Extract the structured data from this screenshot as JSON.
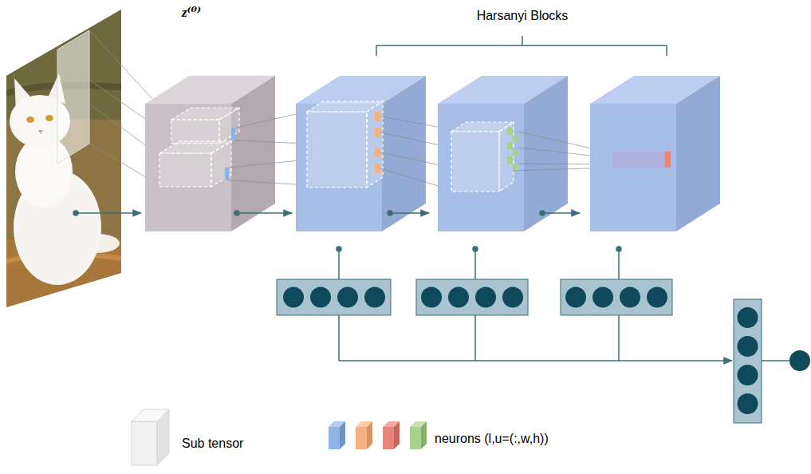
{
  "diagram": {
    "nodes": [
      {
        "text": [
          "z⁽⁰⁾"
        ]
      }
    ],
    "labels": [
      "Harsanyi Blocks"
    ],
    "legend": [
      {
        "text": "Sub tensor"
      },
      {
        "text": "neurons (l,u=(:,w,h))"
      }
    ]
  }
}
